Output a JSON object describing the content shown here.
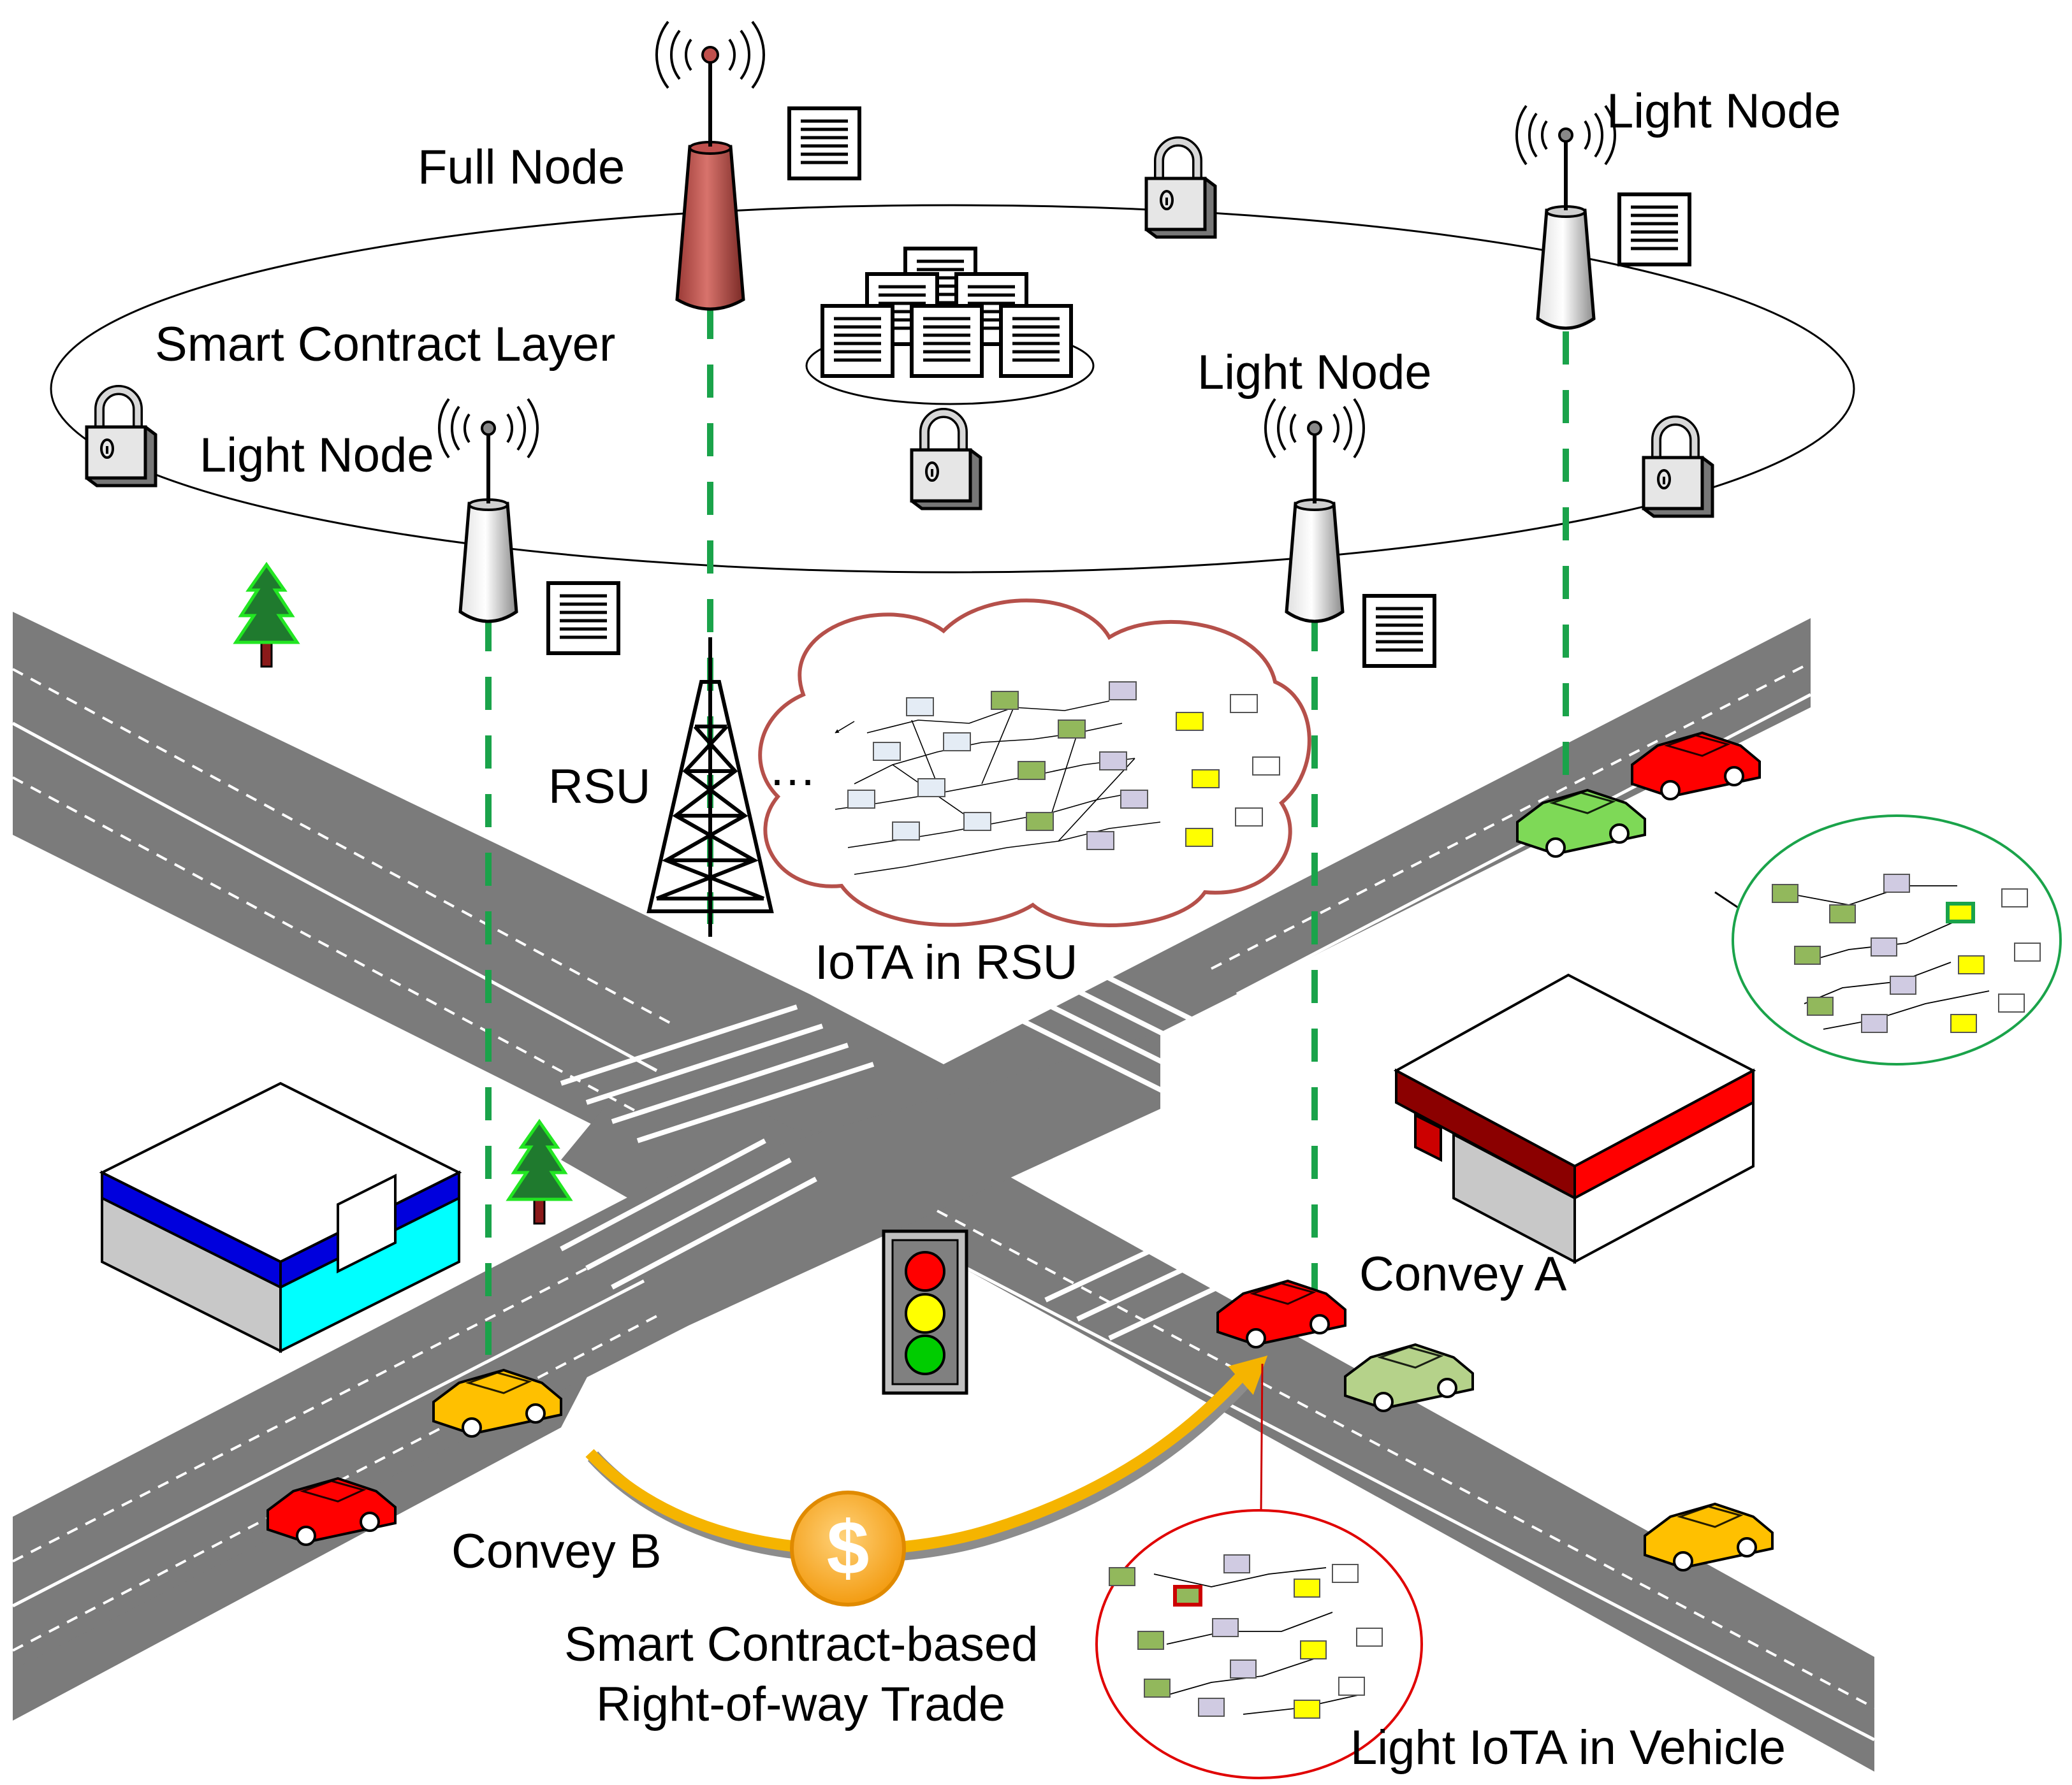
{
  "labels": {
    "full_node": "Full Node",
    "light_node_top_right": "Light Node",
    "smart_contract_layer": "Smart Contract Layer",
    "light_node_left": "Light Node",
    "light_node_center": "Light Node",
    "rsu": "RSU",
    "ellipsis": "…",
    "iota_in_rsu": "IoTA in RSU",
    "convey_a": "Convey A",
    "convey_b": "Convey B",
    "trade_line1": "Smart Contract-based",
    "trade_line2": "Right-of-way Trade",
    "light_iota_vehicle": "Light IoTA in Vehicle",
    "dollar": "$"
  },
  "colors": {
    "full_node_tower": "#c0504d",
    "link_green": "#1aa34a",
    "cloud_border": "#b5504a",
    "trade_arrow": "#f5b400",
    "road": "#7b7b7b",
    "traffic_red": "#ff0000",
    "traffic_yellow": "#ffff00",
    "traffic_green": "#00cc00"
  },
  "icons": [
    "antenna-tower-icon",
    "document-icon",
    "padlock-icon",
    "lattice-tower-icon",
    "tree-icon",
    "car-icon",
    "traffic-light-icon",
    "coin-icon"
  ]
}
